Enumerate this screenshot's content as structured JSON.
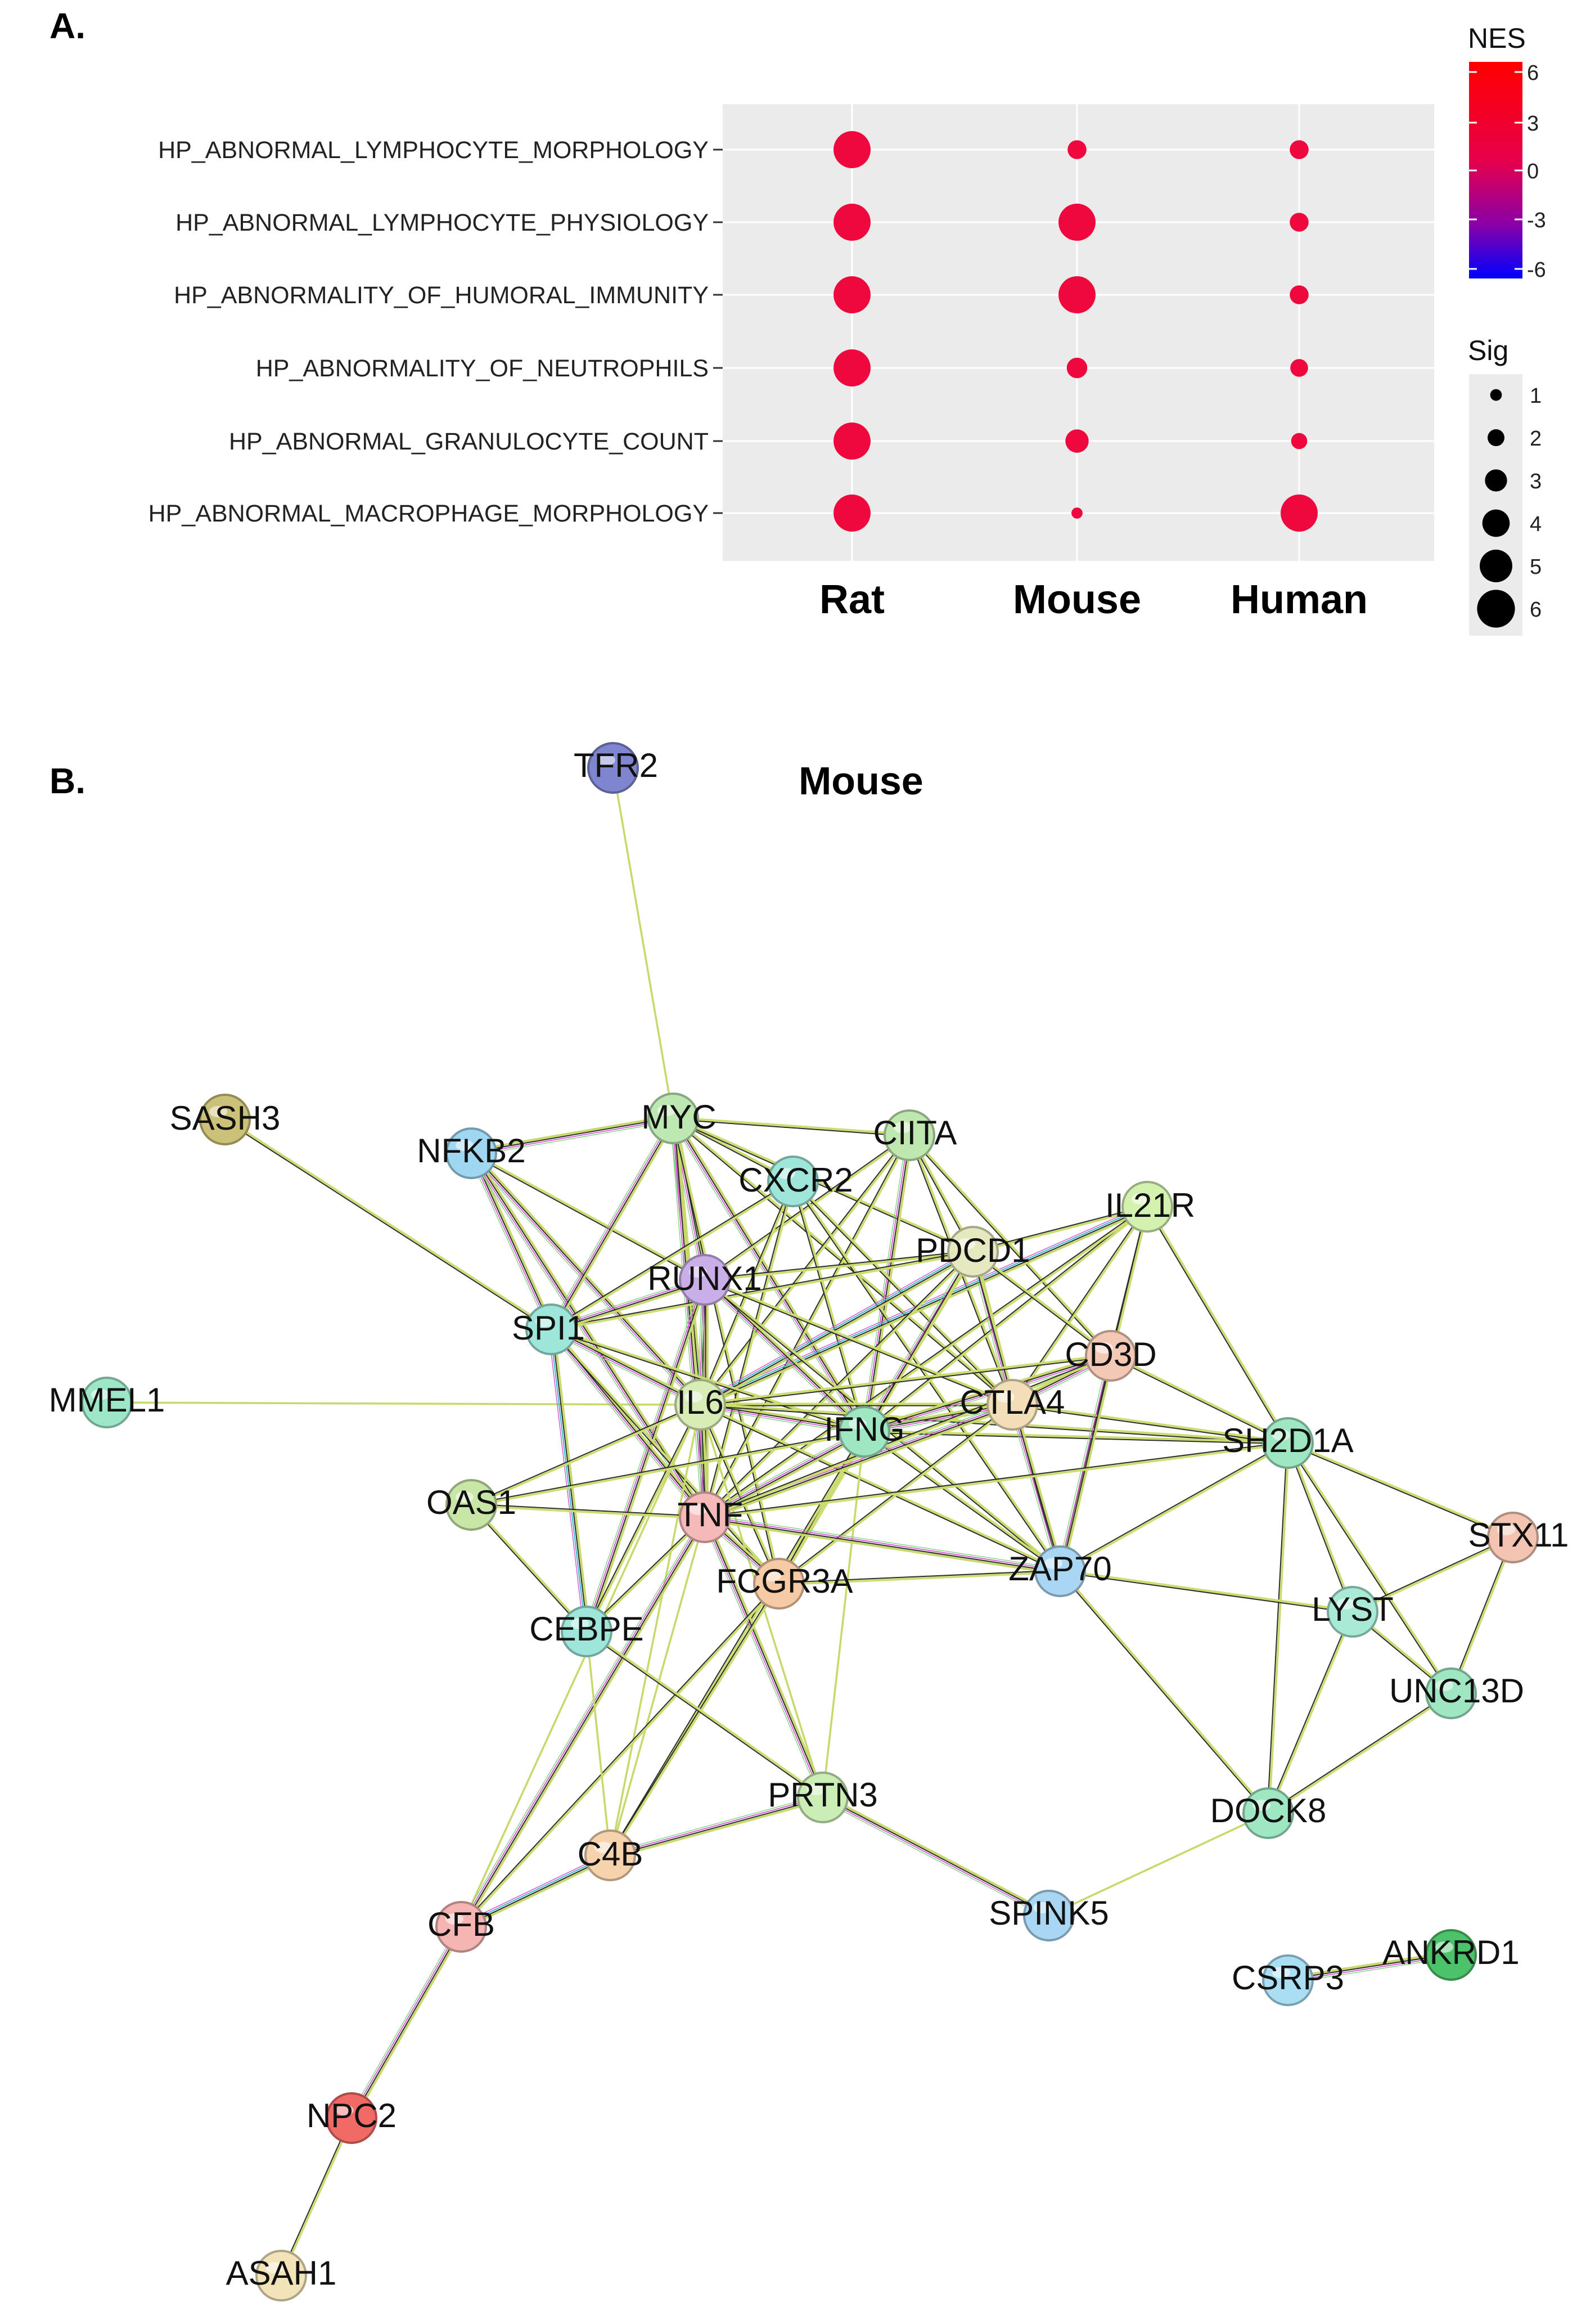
{
  "panel_a_label": "A.",
  "panel_b_label": "B.",
  "panel_b_title": "Mouse",
  "colors": {
    "panel_bg": "#ebebeb",
    "gridline": "#ffffff",
    "dot": "#ec0a4a",
    "nes_high": "#ff0000",
    "nes_mid": "#cc0066",
    "nes_low": "#0000ff"
  },
  "chart_data": [
    {
      "type": "scatter",
      "subtype": "dot plot",
      "title": "",
      "xlabel": "",
      "ylabel": "",
      "categories_x": [
        "Rat",
        "Mouse",
        "Human"
      ],
      "categories_y": [
        "HP_ABNORMAL_LYMPHOCYTE_MORPHOLOGY",
        "HP_ABNORMAL_LYMPHOCYTE_PHYSIOLOGY",
        "HP_ABNORMALITY_OF_HUMORAL_IMMUNITY",
        "HP_ABNORMALITY_OF_NEUTROPHILS",
        "HP_ABNORMAL_GRANULOCYTE_COUNT",
        "HP_ABNORMAL_MACROPHAGE_MORPHOLOGY"
      ],
      "points": [
        {
          "x": "Rat",
          "y": "HP_ABNORMAL_LYMPHOCYTE_MORPHOLOGY",
          "sig": 5.5,
          "nes": 3.5
        },
        {
          "x": "Mouse",
          "y": "HP_ABNORMAL_LYMPHOCYTE_MORPHOLOGY",
          "sig": 2.2,
          "nes": 3.5
        },
        {
          "x": "Human",
          "y": "HP_ABNORMAL_LYMPHOCYTE_MORPHOLOGY",
          "sig": 2.2,
          "nes": 3.5
        },
        {
          "x": "Rat",
          "y": "HP_ABNORMAL_LYMPHOCYTE_PHYSIOLOGY",
          "sig": 5.5,
          "nes": 3.5
        },
        {
          "x": "Mouse",
          "y": "HP_ABNORMAL_LYMPHOCYTE_PHYSIOLOGY",
          "sig": 5.5,
          "nes": 3.5
        },
        {
          "x": "Human",
          "y": "HP_ABNORMAL_LYMPHOCYTE_PHYSIOLOGY",
          "sig": 2.2,
          "nes": 3.5
        },
        {
          "x": "Rat",
          "y": "HP_ABNORMALITY_OF_HUMORAL_IMMUNITY",
          "sig": 5.5,
          "nes": 3.5
        },
        {
          "x": "Mouse",
          "y": "HP_ABNORMALITY_OF_HUMORAL_IMMUNITY",
          "sig": 5.5,
          "nes": 3.5
        },
        {
          "x": "Human",
          "y": "HP_ABNORMALITY_OF_HUMORAL_IMMUNITY",
          "sig": 2.2,
          "nes": 3.5
        },
        {
          "x": "Rat",
          "y": "HP_ABNORMALITY_OF_NEUTROPHILS",
          "sig": 5.5,
          "nes": 3.5
        },
        {
          "x": "Mouse",
          "y": "HP_ABNORMALITY_OF_NEUTROPHILS",
          "sig": 2.5,
          "nes": 3.5
        },
        {
          "x": "Human",
          "y": "HP_ABNORMALITY_OF_NEUTROPHILS",
          "sig": 2.0,
          "nes": 3.5
        },
        {
          "x": "Rat",
          "y": "HP_ABNORMAL_GRANULOCYTE_COUNT",
          "sig": 5.5,
          "nes": 3.5
        },
        {
          "x": "Mouse",
          "y": "HP_ABNORMAL_GRANULOCYTE_COUNT",
          "sig": 3.0,
          "nes": 3.5
        },
        {
          "x": "Human",
          "y": "HP_ABNORMAL_GRANULOCYTE_COUNT",
          "sig": 1.7,
          "nes": 3.5
        },
        {
          "x": "Rat",
          "y": "HP_ABNORMAL_MACROPHAGE_MORPHOLOGY",
          "sig": 5.5,
          "nes": 3.5
        },
        {
          "x": "Mouse",
          "y": "HP_ABNORMAL_MACROPHAGE_MORPHOLOGY",
          "sig": 0.8,
          "nes": 3.5
        },
        {
          "x": "Human",
          "y": "HP_ABNORMAL_MACROPHAGE_MORPHOLOGY",
          "sig": 5.5,
          "nes": 3.5
        }
      ],
      "legend_color": {
        "title": "NES",
        "range": [
          -6,
          6
        ],
        "ticks": [
          "6",
          "3",
          "0",
          "-3",
          "-6"
        ]
      },
      "legend_size": {
        "title": "Sig",
        "entries": [
          "1",
          "2",
          "3",
          "4",
          "5",
          "6"
        ]
      },
      "grid": true,
      "legend_placement": "right"
    },
    {
      "type": "network",
      "nodes": [
        {
          "id": "TFR2",
          "color": "#7f86cf"
        },
        {
          "id": "SASH3",
          "color": "#cbc178"
        },
        {
          "id": "NFKB2",
          "color": "#9fd6f0"
        },
        {
          "id": "MYC",
          "color": "#bde8b2"
        },
        {
          "id": "CIITA",
          "color": "#bfe8b0"
        },
        {
          "id": "CXCR2",
          "color": "#9ee6d9"
        },
        {
          "id": "IL21R",
          "color": "#d4f1b0"
        },
        {
          "id": "PDCD1",
          "color": "#e6e8bf"
        },
        {
          "id": "RUNX1",
          "color": "#c9aee8"
        },
        {
          "id": "SPI1",
          "color": "#9ee6d9"
        },
        {
          "id": "CD3D",
          "color": "#f3c9b6"
        },
        {
          "id": "MMEL1",
          "color": "#9ee6c8"
        },
        {
          "id": "IL6",
          "color": "#d8ecb5"
        },
        {
          "id": "IFNG",
          "color": "#9fe6c2"
        },
        {
          "id": "CTLA4",
          "color": "#f2dfb8"
        },
        {
          "id": "SH2D1A",
          "color": "#9fe6c2"
        },
        {
          "id": "OAS1",
          "color": "#c8e6a6"
        },
        {
          "id": "TNF",
          "color": "#f6b9b9"
        },
        {
          "id": "STX11",
          "color": "#f2c4b1"
        },
        {
          "id": "FCGR3A",
          "color": "#f6caa5"
        },
        {
          "id": "ZAP70",
          "color": "#a9d6f3"
        },
        {
          "id": "CEBPE",
          "color": "#9ee6d9"
        },
        {
          "id": "LYST",
          "color": "#a8ead6"
        },
        {
          "id": "UNC13D",
          "color": "#9fe6c2"
        },
        {
          "id": "PRTN3",
          "color": "#cbeeb6"
        },
        {
          "id": "DOCK8",
          "color": "#9fe6c2"
        },
        {
          "id": "C4B",
          "color": "#f6d3ad"
        },
        {
          "id": "SPINK5",
          "color": "#a9d6f3"
        },
        {
          "id": "CFB",
          "color": "#f4b5b3"
        },
        {
          "id": "CSRP3",
          "color": "#a9def3"
        },
        {
          "id": "ANKRD1",
          "color": "#4cc36a"
        },
        {
          "id": "NPC2",
          "color": "#f06a66"
        },
        {
          "id": "ASAH1",
          "color": "#f2e3b8"
        }
      ],
      "edges": [
        [
          "TFR2",
          "MYC",
          "y"
        ],
        [
          "SASH3",
          "SPI1",
          "k"
        ],
        [
          "MMEL1",
          "IL6",
          "y"
        ],
        [
          "NFKB2",
          "MYC",
          "m"
        ],
        [
          "NFKB2",
          "SPI1",
          "m"
        ],
        [
          "NFKB2",
          "IL6",
          "m"
        ],
        [
          "NFKB2",
          "TNF",
          "m"
        ],
        [
          "NFKB2",
          "RUNX1",
          "k"
        ],
        [
          "MYC",
          "CXCR2",
          "k"
        ],
        [
          "MYC",
          "RUNX1",
          "m"
        ],
        [
          "MYC",
          "SPI1",
          "m"
        ],
        [
          "MYC",
          "IL6",
          "m"
        ],
        [
          "MYC",
          "TNF",
          "m"
        ],
        [
          "MYC",
          "IFNG",
          "m"
        ],
        [
          "MYC",
          "PDCD1",
          "k"
        ],
        [
          "MYC",
          "CTLA4",
          "k"
        ],
        [
          "MYC",
          "CIITA",
          "k"
        ],
        [
          "MYC",
          "FCGR3A",
          "k"
        ],
        [
          "CIITA",
          "IFNG",
          "m"
        ],
        [
          "CIITA",
          "IL6",
          "k"
        ],
        [
          "CIITA",
          "TNF",
          "k"
        ],
        [
          "CIITA",
          "CTLA4",
          "k"
        ],
        [
          "CIITA",
          "CD3D",
          "k"
        ],
        [
          "CIITA",
          "RUNX1",
          "k"
        ],
        [
          "CIITA",
          "PDCD1",
          "k"
        ],
        [
          "CXCR2",
          "IL6",
          "k"
        ],
        [
          "CXCR2",
          "TNF",
          "k"
        ],
        [
          "CXCR2",
          "IFNG",
          "k"
        ],
        [
          "CXCR2",
          "CTLA4",
          "k"
        ],
        [
          "CXCR2",
          "SPI1",
          "k"
        ],
        [
          "CXCR2",
          "ZAP70",
          "k"
        ],
        [
          "IL21R",
          "IL6",
          "c"
        ],
        [
          "IL21R",
          "IFNG",
          "k"
        ],
        [
          "IL21R",
          "CTLA4",
          "k"
        ],
        [
          "IL21R",
          "CD3D",
          "k"
        ],
        [
          "IL21R",
          "SH2D1A",
          "k"
        ],
        [
          "IL21R",
          "PDCD1",
          "k"
        ],
        [
          "IL21R",
          "ZAP70",
          "k"
        ],
        [
          "IL21R",
          "TNF",
          "k"
        ],
        [
          "PDCD1",
          "IL6",
          "c"
        ],
        [
          "PDCD1",
          "IFNG",
          "m"
        ],
        [
          "PDCD1",
          "CTLA4",
          "m"
        ],
        [
          "PDCD1",
          "CD3D",
          "k"
        ],
        [
          "PDCD1",
          "ZAP70",
          "k"
        ],
        [
          "PDCD1",
          "TNF",
          "k"
        ],
        [
          "PDCD1",
          "RUNX1",
          "k"
        ],
        [
          "PDCD1",
          "SPI1",
          "k"
        ],
        [
          "PDCD1",
          "FCGR3A",
          "k"
        ],
        [
          "RUNX1",
          "SPI1",
          "m"
        ],
        [
          "RUNX1",
          "IL6",
          "m"
        ],
        [
          "RUNX1",
          "TNF",
          "m"
        ],
        [
          "RUNX1",
          "IFNG",
          "m"
        ],
        [
          "RUNX1",
          "CTLA4",
          "k"
        ],
        [
          "RUNX1",
          "CEBPE",
          "m"
        ],
        [
          "RUNX1",
          "ZAP70",
          "k"
        ],
        [
          "SPI1",
          "IL6",
          "m"
        ],
        [
          "SPI1",
          "TNF",
          "m"
        ],
        [
          "SPI1",
          "CEBPE",
          "c"
        ],
        [
          "SPI1",
          "IFNG",
          "k"
        ],
        [
          "SPI1",
          "FCGR3A",
          "k"
        ],
        [
          "IL6",
          "TNF",
          "m"
        ],
        [
          "IL6",
          "IFNG",
          "m"
        ],
        [
          "IL6",
          "CTLA4",
          "k"
        ],
        [
          "IL6",
          "CD3D",
          "k"
        ],
        [
          "IL6",
          "OAS1",
          "k"
        ],
        [
          "IL6",
          "CEBPE",
          "k"
        ],
        [
          "IL6",
          "FCGR3A",
          "k"
        ],
        [
          "IL6",
          "ZAP70",
          "k"
        ],
        [
          "IL6",
          "C4B",
          "y"
        ],
        [
          "IL6",
          "CFB",
          "y"
        ],
        [
          "IL6",
          "PRTN3",
          "y"
        ],
        [
          "IL6",
          "SH2D1A",
          "k"
        ],
        [
          "IFNG",
          "TNF",
          "m"
        ],
        [
          "IFNG",
          "CTLA4",
          "m"
        ],
        [
          "IFNG",
          "CD3D",
          "m"
        ],
        [
          "IFNG",
          "ZAP70",
          "k"
        ],
        [
          "IFNG",
          "OAS1",
          "k"
        ],
        [
          "IFNG",
          "FCGR3A",
          "k"
        ],
        [
          "IFNG",
          "SH2D1A",
          "k"
        ],
        [
          "IFNG",
          "PRTN3",
          "y"
        ],
        [
          "IFNG",
          "C4B",
          "k"
        ],
        [
          "CTLA4",
          "CD3D",
          "m"
        ],
        [
          "CTLA4",
          "ZAP70",
          "m"
        ],
        [
          "CTLA4",
          "SH2D1A",
          "k"
        ],
        [
          "CTLA4",
          "TNF",
          "m"
        ],
        [
          "CTLA4",
          "FCGR3A",
          "k"
        ],
        [
          "CD3D",
          "ZAP70",
          "m"
        ],
        [
          "CD3D",
          "SH2D1A",
          "k"
        ],
        [
          "CD3D",
          "TNF",
          "k"
        ],
        [
          "SH2D1A",
          "ZAP70",
          "k"
        ],
        [
          "SH2D1A",
          "LYST",
          "k"
        ],
        [
          "SH2D1A",
          "UNC13D",
          "k"
        ],
        [
          "SH2D1A",
          "STX11",
          "k"
        ],
        [
          "SH2D1A",
          "DOCK8",
          "k"
        ],
        [
          "SH2D1A",
          "TNF",
          "k"
        ],
        [
          "STX11",
          "LYST",
          "k"
        ],
        [
          "STX11",
          "UNC13D",
          "k"
        ],
        [
          "LYST",
          "UNC13D",
          "k"
        ],
        [
          "LYST",
          "DOCK8",
          "k"
        ],
        [
          "UNC13D",
          "DOCK8",
          "k"
        ],
        [
          "ZAP70",
          "DOCK8",
          "k"
        ],
        [
          "ZAP70",
          "FCGR3A",
          "k"
        ],
        [
          "ZAP70",
          "TNF",
          "m"
        ],
        [
          "ZAP70",
          "LYST",
          "k"
        ],
        [
          "TNF",
          "OAS1",
          "k"
        ],
        [
          "TNF",
          "FCGR3A",
          "m"
        ],
        [
          "TNF",
          "CEBPE",
          "k"
        ],
        [
          "TNF",
          "CFB",
          "m"
        ],
        [
          "TNF",
          "PRTN3",
          "m"
        ],
        [
          "TNF",
          "C4B",
          "y"
        ],
        [
          "FCGR3A",
          "C4B",
          "k"
        ],
        [
          "FCGR3A",
          "CFB",
          "k"
        ],
        [
          "OAS1",
          "CEBPE",
          "k"
        ],
        [
          "CEBPE",
          "PRTN3",
          "k"
        ],
        [
          "CEBPE",
          "C4B",
          "y"
        ],
        [
          "PRTN3",
          "C4B",
          "m"
        ],
        [
          "PRTN3",
          "SPINK5",
          "m"
        ],
        [
          "DOCK8",
          "SPINK5",
          "y"
        ],
        [
          "C4B",
          "CFB",
          "c"
        ],
        [
          "CFB",
          "NPC2",
          "m"
        ],
        [
          "NPC2",
          "ASAH1",
          "k"
        ],
        [
          "CSRP3",
          "ANKRD1",
          "m"
        ]
      ]
    }
  ]
}
